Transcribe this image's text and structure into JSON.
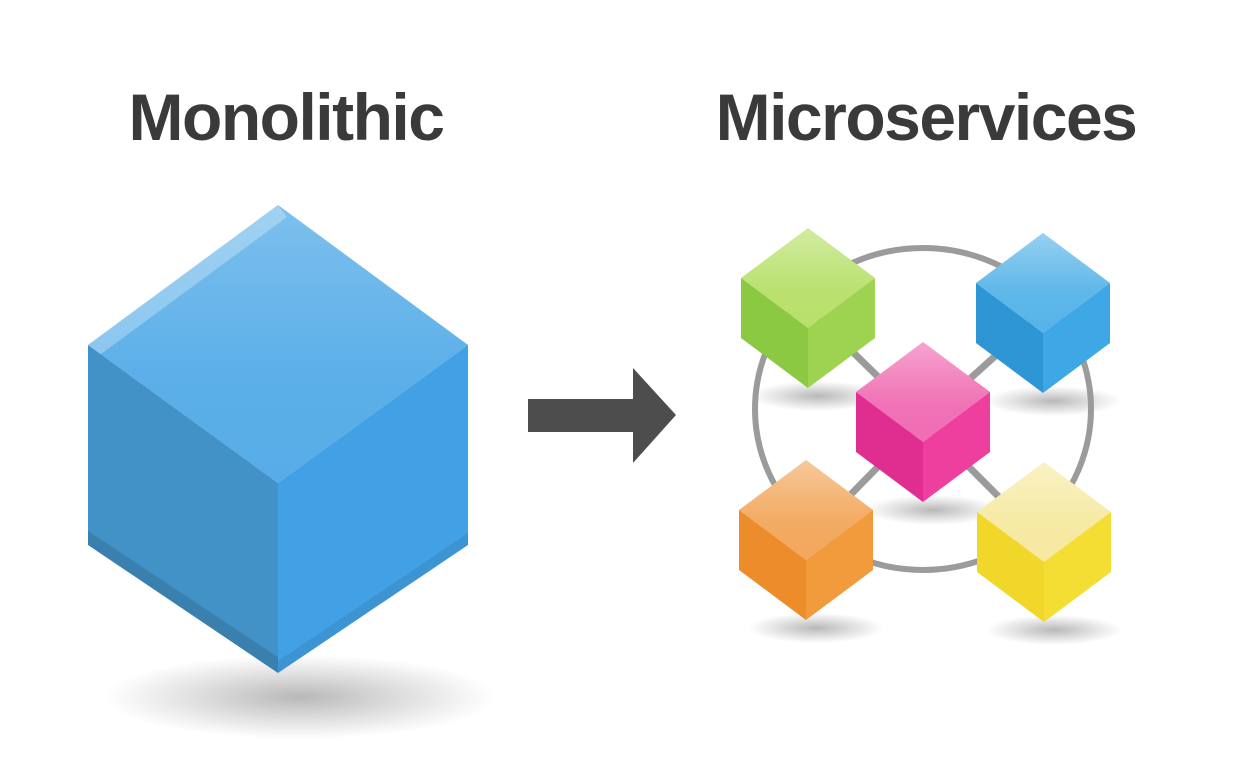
{
  "titles": {
    "left": "Monolithic",
    "right": "Microservices"
  },
  "colors": {
    "title_text": "#3a3a3a",
    "arrow": "#4d4d4d",
    "ring": "#9b9b9b",
    "connector": "#9b9b9b",
    "background": "#ffffff"
  },
  "monolith": {
    "name": "monolith-cube",
    "faces": {
      "top": "#57ade8",
      "left": "#4292c8",
      "right": "#42a0e4"
    }
  },
  "services": [
    {
      "name": "green-service-cube",
      "faces": {
        "top": "#b7e069",
        "left": "#8bc943",
        "right": "#9dd351"
      }
    },
    {
      "name": "blue-service-cube",
      "faces": {
        "top": "#56b3e8",
        "left": "#2f96d6",
        "right": "#3ea7e6"
      }
    },
    {
      "name": "pink-service-cube",
      "faces": {
        "top": "#f06cb3",
        "left": "#e02e90",
        "right": "#ee3f9e"
      }
    },
    {
      "name": "orange-service-cube",
      "faces": {
        "top": "#f2a75c",
        "left": "#ed8c2b",
        "right": "#f29b3d"
      }
    },
    {
      "name": "yellow-service-cube",
      "faces": {
        "top": "#f6e9a0",
        "left": "#f0d72a",
        "right": "#f5de33"
      }
    }
  ]
}
